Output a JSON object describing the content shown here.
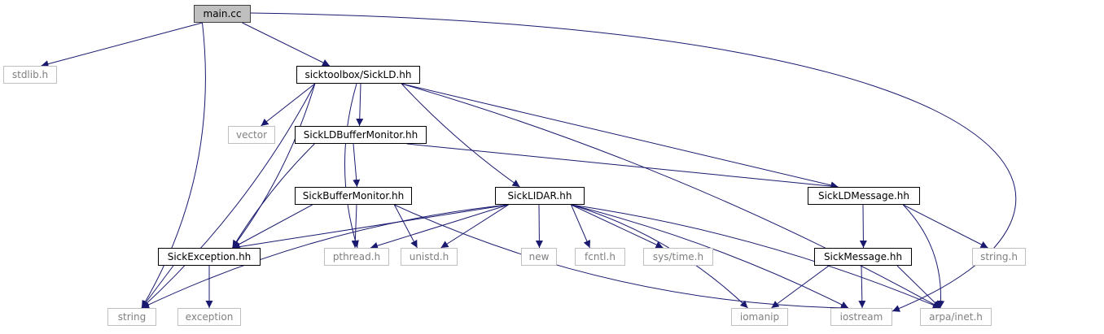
{
  "diagram": {
    "type": "include-dependency-graph",
    "colors": {
      "edge": "#191970",
      "local_border": "#000000",
      "system_border": "#bfbfbf",
      "system_text": "#808080",
      "root_fill": "#bfbfbf"
    },
    "nodes": [
      {
        "id": "main",
        "label": "main.cc",
        "kind": "root"
      },
      {
        "id": "stdlib",
        "label": "stdlib.h",
        "kind": "system"
      },
      {
        "id": "sickld",
        "label": "sicktoolbox/SickLD.hh",
        "kind": "local"
      },
      {
        "id": "vector",
        "label": "vector",
        "kind": "system"
      },
      {
        "id": "ldbuf",
        "label": "SickLDBufferMonitor.hh",
        "kind": "local"
      },
      {
        "id": "bufmon",
        "label": "SickBufferMonitor.hh",
        "kind": "local"
      },
      {
        "id": "lidar",
        "label": "SickLIDAR.hh",
        "kind": "local"
      },
      {
        "id": "ldmsg",
        "label": "SickLDMessage.hh",
        "kind": "local"
      },
      {
        "id": "exc",
        "label": "SickException.hh",
        "kind": "local"
      },
      {
        "id": "pthread",
        "label": "pthread.h",
        "kind": "system"
      },
      {
        "id": "unistd",
        "label": "unistd.h",
        "kind": "system"
      },
      {
        "id": "new",
        "label": "new",
        "kind": "system"
      },
      {
        "id": "fcntl",
        "label": "fcntl.h",
        "kind": "system"
      },
      {
        "id": "systime",
        "label": "sys/time.h",
        "kind": "system"
      },
      {
        "id": "sickmsg",
        "label": "SickMessage.hh",
        "kind": "local"
      },
      {
        "id": "stringh",
        "label": "string.h",
        "kind": "system"
      },
      {
        "id": "string",
        "label": "string",
        "kind": "system"
      },
      {
        "id": "exception",
        "label": "exception",
        "kind": "system"
      },
      {
        "id": "iomanip",
        "label": "iomanip",
        "kind": "system"
      },
      {
        "id": "iostream",
        "label": "iostream",
        "kind": "system"
      },
      {
        "id": "arpa",
        "label": "arpa/inet.h",
        "kind": "system"
      }
    ],
    "edges": [
      {
        "from": "main",
        "to": "stdlib"
      },
      {
        "from": "main",
        "to": "string"
      },
      {
        "from": "main",
        "to": "sickld"
      },
      {
        "from": "main",
        "to": "iostream"
      },
      {
        "from": "sickld",
        "to": "vector"
      },
      {
        "from": "sickld",
        "to": "ldbuf"
      },
      {
        "from": "sickld",
        "to": "exc"
      },
      {
        "from": "sickld",
        "to": "string"
      },
      {
        "from": "sickld",
        "to": "pthread"
      },
      {
        "from": "sickld",
        "to": "lidar"
      },
      {
        "from": "sickld",
        "to": "ldmsg"
      },
      {
        "from": "sickld",
        "to": "arpa"
      },
      {
        "from": "ldbuf",
        "to": "bufmon"
      },
      {
        "from": "ldbuf",
        "to": "exc"
      },
      {
        "from": "ldbuf",
        "to": "ldmsg"
      },
      {
        "from": "bufmon",
        "to": "exc"
      },
      {
        "from": "bufmon",
        "to": "pthread"
      },
      {
        "from": "bufmon",
        "to": "unistd"
      },
      {
        "from": "bufmon",
        "to": "iostream"
      },
      {
        "from": "lidar",
        "to": "exc"
      },
      {
        "from": "lidar",
        "to": "pthread"
      },
      {
        "from": "lidar",
        "to": "unistd"
      },
      {
        "from": "lidar",
        "to": "new"
      },
      {
        "from": "lidar",
        "to": "fcntl"
      },
      {
        "from": "lidar",
        "to": "systime"
      },
      {
        "from": "lidar",
        "to": "string"
      },
      {
        "from": "lidar",
        "to": "iomanip"
      },
      {
        "from": "lidar",
        "to": "iostream"
      },
      {
        "from": "lidar",
        "to": "arpa"
      },
      {
        "from": "ldmsg",
        "to": "sickmsg"
      },
      {
        "from": "ldmsg",
        "to": "stringh"
      },
      {
        "from": "ldmsg",
        "to": "arpa"
      },
      {
        "from": "sickmsg",
        "to": "iomanip"
      },
      {
        "from": "sickmsg",
        "to": "iostream"
      },
      {
        "from": "sickmsg",
        "to": "arpa"
      },
      {
        "from": "exc",
        "to": "string"
      },
      {
        "from": "exc",
        "to": "exception"
      }
    ]
  }
}
